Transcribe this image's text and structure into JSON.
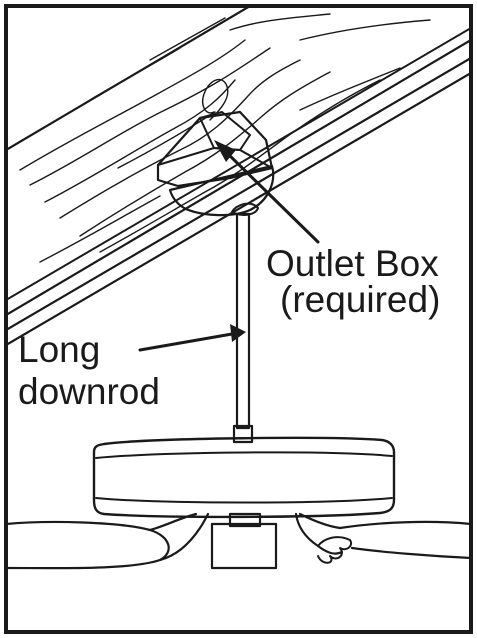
{
  "labels": {
    "outlet_line1": "Outlet Box",
    "outlet_line2": "(required)",
    "downrod_line1": "Long",
    "downrod_line2": "downrod"
  },
  "colors": {
    "ink": "#1a1a1a",
    "background": "#ffffff"
  }
}
